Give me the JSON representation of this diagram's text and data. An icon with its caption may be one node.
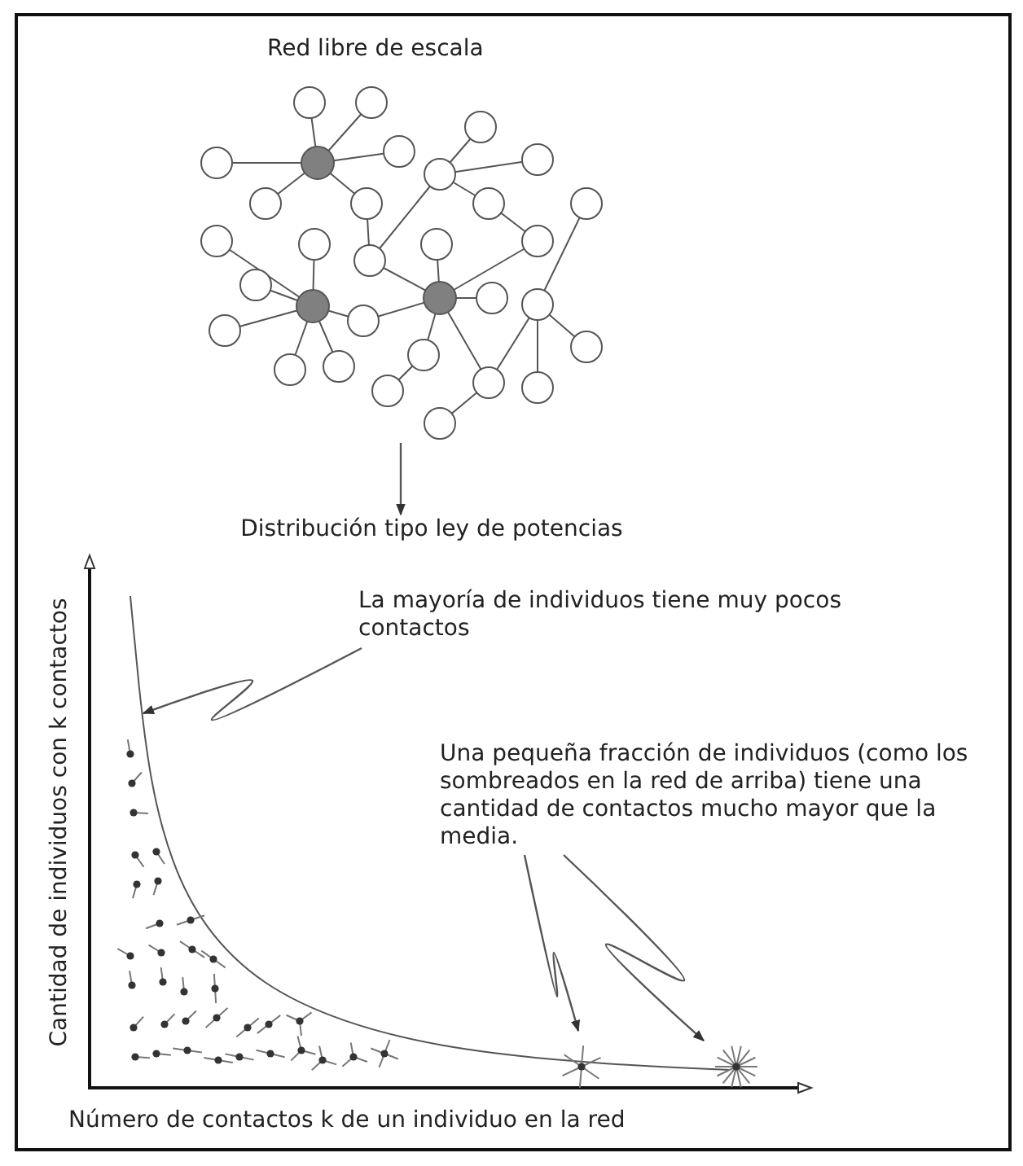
{
  "diagram": {
    "title": "Red libre de escala",
    "nodes": [
      {
        "text": [],
        "shape": "picture"
      },
      {
        "text": [
          "Distribución tipo ley de potencias"
        ]
      },
      {
        "text": [
          "La mayoría de individuos tiene muy pocos contactos"
        ]
      },
      {
        "text": [
          "Una pequeña fracción de individuos (como los sombreados en la red de arriba) tiene una cantidad de contactos mucho mayor que la media."
        ]
      }
    ],
    "edges": [
      {
        "from": 0,
        "to": 1,
        "arrow": "to"
      },
      {
        "from": 2,
        "to": null,
        "arrow": "to"
      },
      {
        "from": 3,
        "to": null,
        "arrow": "to"
      },
      {
        "from": 3,
        "to": null,
        "arrow": "to"
      }
    ],
    "labels": [
      "Cantidad de individuos con k contactos",
      "Número de contactos k de un individuo en la red"
    ]
  }
}
